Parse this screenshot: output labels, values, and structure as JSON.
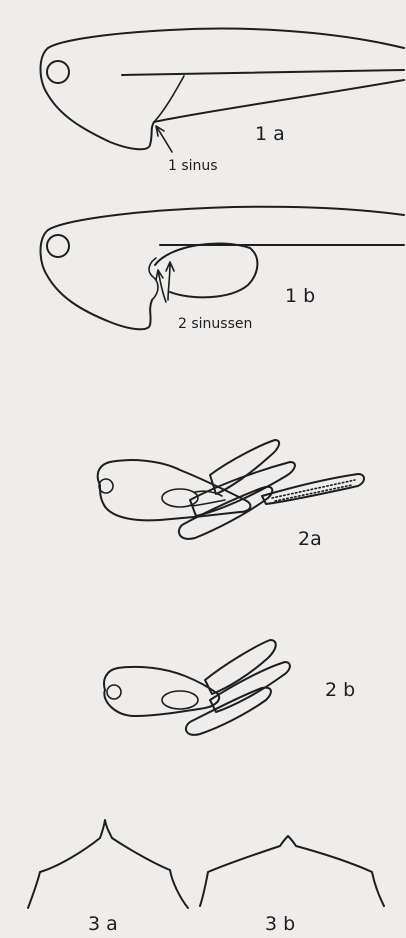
{
  "figure_labels": {
    "fig_1a": "1 a",
    "fig_1b": "1 b",
    "fig_2a": "2a",
    "fig_2b": "2 b",
    "fig_3a": "3 a",
    "fig_3b": "3 b"
  },
  "annotations": {
    "sinus_1a": "1 sinus",
    "sinus_1b": "2 sinussen"
  }
}
